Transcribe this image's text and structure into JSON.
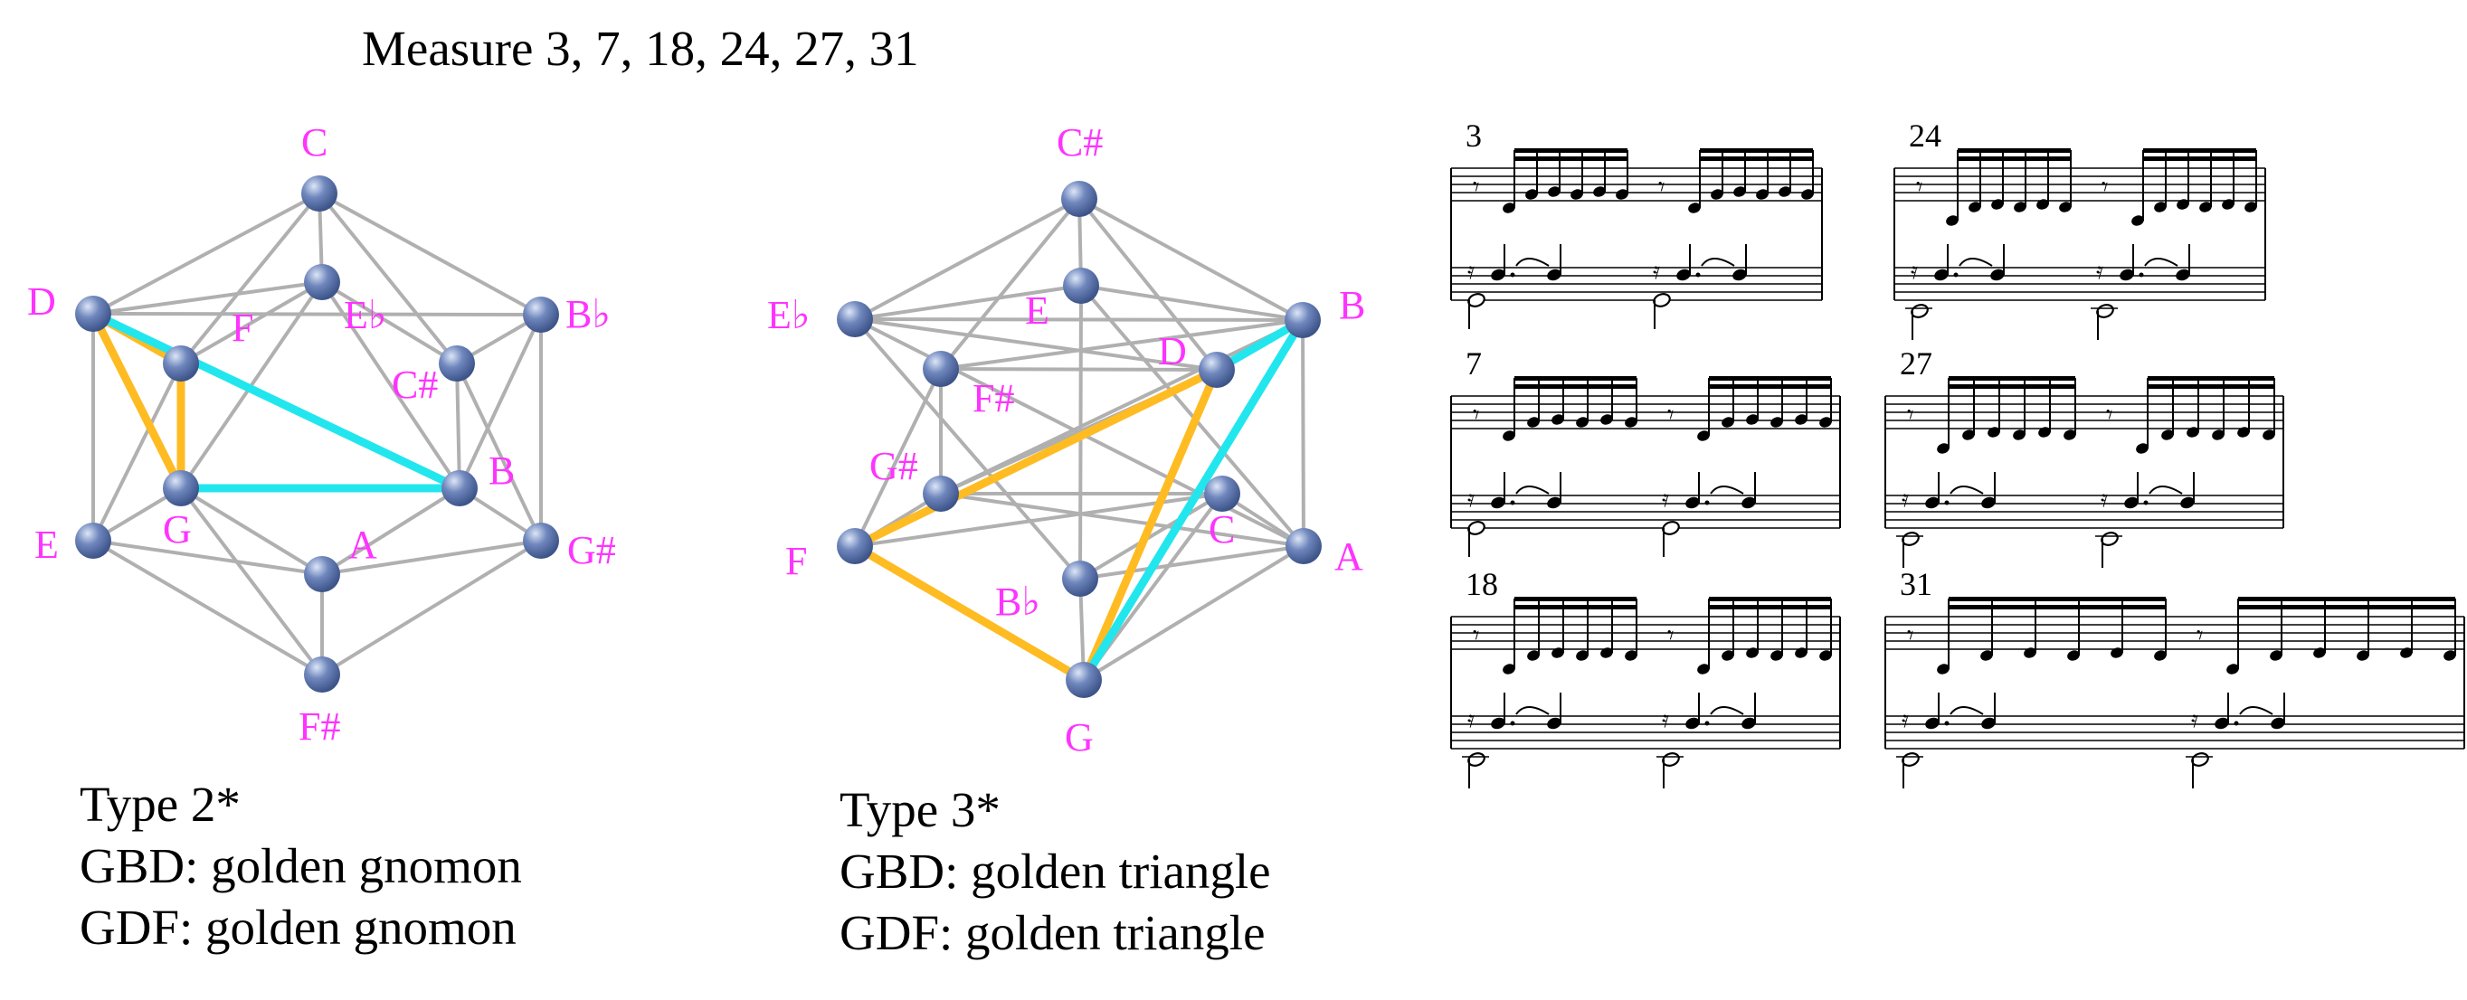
{
  "title": "Measure 3, 7, 18, 24, 27, 31",
  "colors": {
    "edge": "#b0b0b0",
    "node": "#6f87bd",
    "label": "#ff33ff",
    "gnomon_or_triangle_gold": "#ffbb22",
    "cyan": "#22e6ee"
  },
  "icosahedron_1": {
    "labels": [
      "C",
      "D",
      "F",
      "E♭",
      "B♭",
      "C#",
      "B",
      "G#",
      "A",
      "G",
      "E",
      "F#"
    ]
  },
  "icosahedron_2": {
    "labels": [
      "C#",
      "E♭",
      "E",
      "B",
      "D",
      "F#",
      "G#",
      "F",
      "C",
      "A",
      "B♭",
      "G"
    ]
  },
  "caption_1": {
    "type": "Type 2*",
    "line1": "GBD: golden gnomon",
    "line2": "GDF: golden gnomon"
  },
  "caption_2": {
    "type": "Type 3*",
    "line1": "GBD: golden triangle",
    "line2": "GDF: golden triangle"
  },
  "measures": [
    "3",
    "24",
    "7",
    "27",
    "18",
    "31"
  ]
}
